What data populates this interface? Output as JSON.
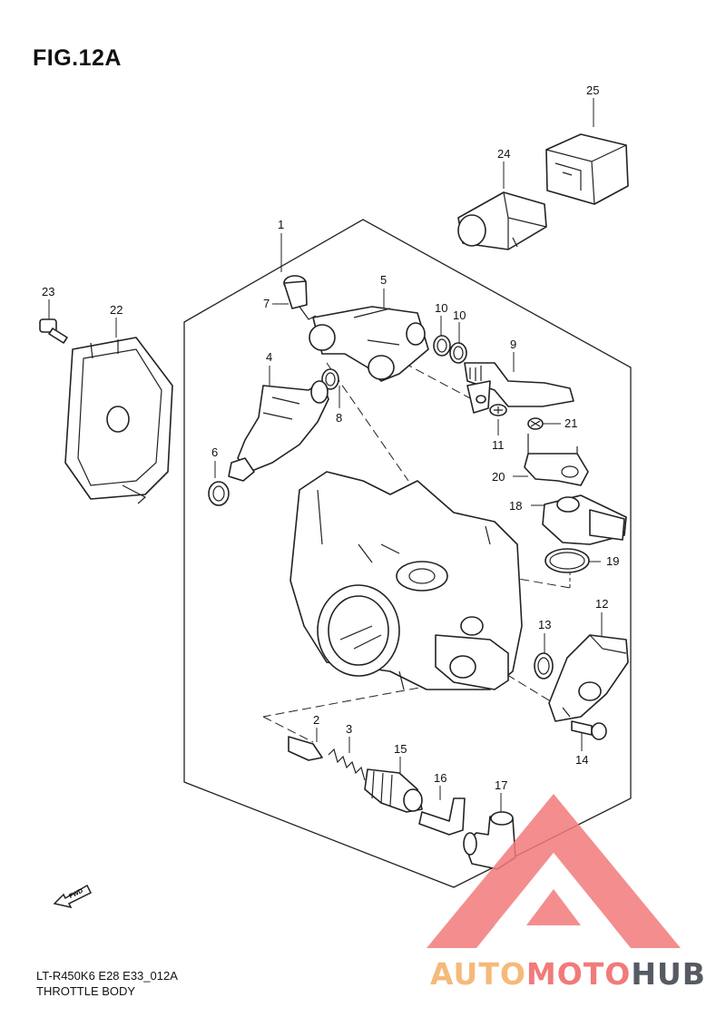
{
  "figure": {
    "title": "FIG.12A",
    "footer_code": "LT-R450K6 E28 E33_012A",
    "footer_name": "THROTTLE BODY",
    "fwd_label": "FWD"
  },
  "callouts": {
    "c1": "1",
    "c2": "2",
    "c3": "3",
    "c5": "5",
    "c4": "4",
    "c6": "6",
    "c7": "7",
    "c8": "8",
    "c9": "9",
    "c10a": "10",
    "c10b": "10",
    "c11": "11",
    "c12": "12",
    "c13": "13",
    "c14": "14",
    "c15": "15",
    "c16": "16",
    "c17": "17",
    "c18": "18",
    "c19": "19",
    "c20": "20",
    "c21": "21",
    "c22": "22",
    "c23": "23",
    "c24": "24",
    "c25": "25"
  },
  "watermark": {
    "part1": "AUTO",
    "part2": "MOTO",
    "part3": "HUB",
    "colors": {
      "auto": "#f6b97a",
      "moto": "#f27a7a",
      "hub": "#555a63",
      "triangle": "#f27a7a"
    }
  }
}
